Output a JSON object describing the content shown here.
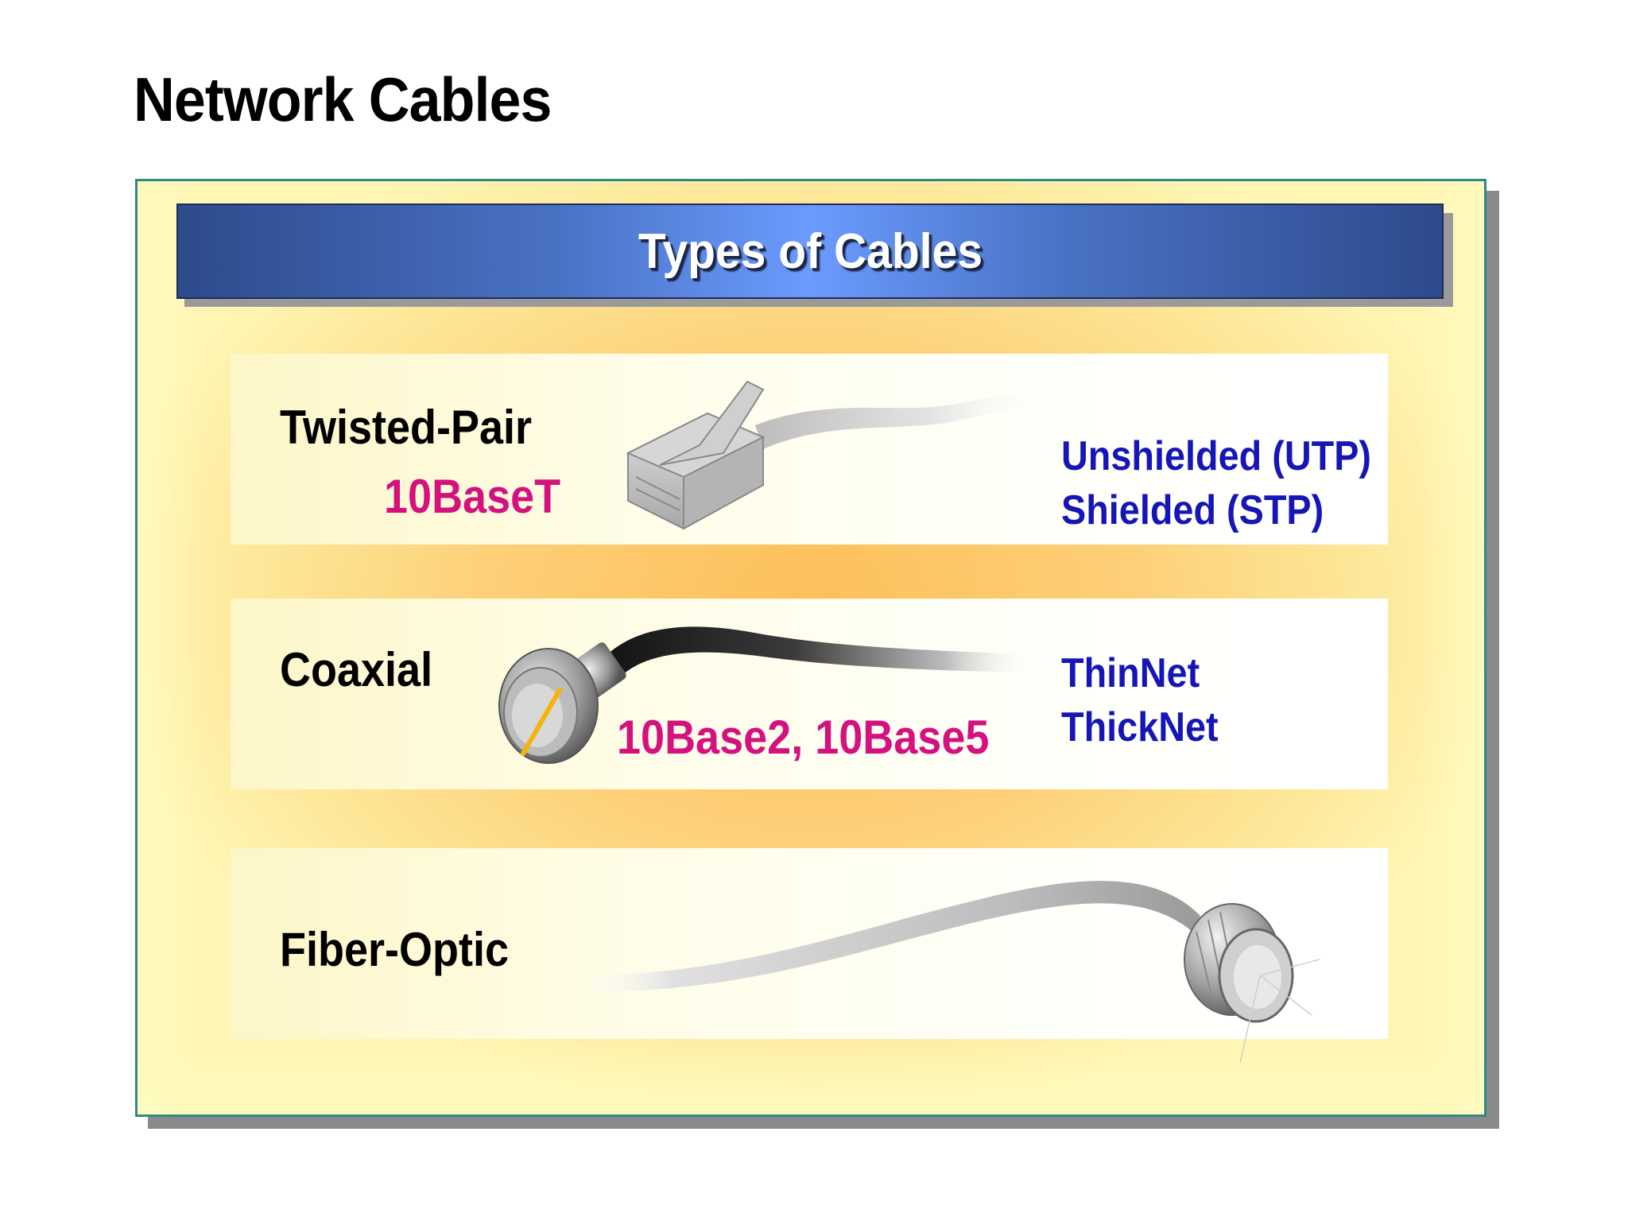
{
  "page": {
    "title": "Network Cables"
  },
  "panel": {
    "header": "Types of Cables",
    "rows": [
      {
        "label": "Twisted-Pair",
        "standard": "10BaseT",
        "variants": [
          "Unshielded (UTP)",
          "Shielded (STP)"
        ],
        "icon": "rj45-connector-icon"
      },
      {
        "label": "Coaxial",
        "standard": "10Base2, 10Base5",
        "variants": [
          "ThinNet",
          "ThickNet"
        ],
        "icon": "coaxial-connector-icon"
      },
      {
        "label": "Fiber-Optic",
        "icon": "fiber-optic-connector-icon"
      }
    ]
  },
  "colors": {
    "header_gradient": [
      "#2d4a8c",
      "#6b9bff"
    ],
    "panel_border": "#2e8a8a",
    "standard_text": "#d4117e",
    "variant_text": "#1616b8"
  }
}
